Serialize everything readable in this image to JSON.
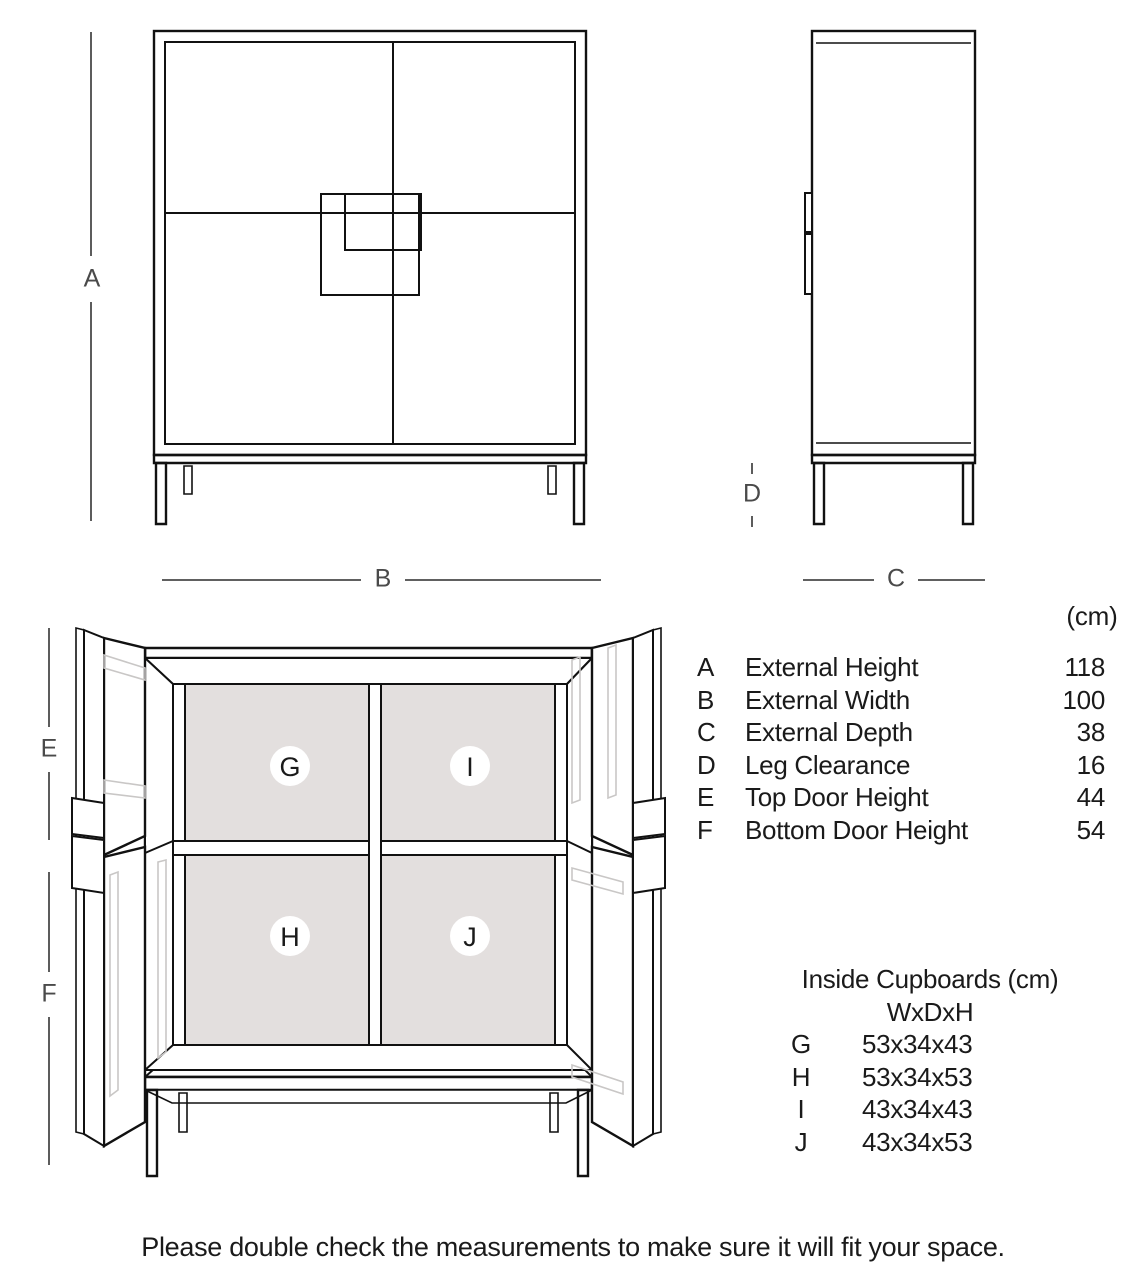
{
  "units_header": "(cm)",
  "dimensions": {
    "rows": [
      {
        "key": "A",
        "label": "External Height",
        "value": "118"
      },
      {
        "key": "B",
        "label": "External Width",
        "value": "100"
      },
      {
        "key": "C",
        "label": "External Depth",
        "value": "38"
      },
      {
        "key": "D",
        "label": "Leg Clearance",
        "value": "16"
      },
      {
        "key": "E",
        "label": "Top Door Height",
        "value": "44"
      },
      {
        "key": "F",
        "label": "Bottom Door Height",
        "value": "54"
      }
    ]
  },
  "inside_cupboards": {
    "title": "Inside Cupboards (cm)",
    "subtitle": "WxDxH",
    "rows": [
      {
        "key": "G",
        "value": "53x34x43"
      },
      {
        "key": "H",
        "value": "53x34x53"
      },
      {
        "key": "I",
        "value": "43x34x43"
      },
      {
        "key": "J",
        "value": "43x34x53"
      }
    ]
  },
  "callouts": {
    "front_height": "A",
    "front_width": "B",
    "side_depth": "C",
    "side_leg_clearance": "D",
    "open_top_door": "E",
    "open_bottom_door": "F",
    "compartment_top_left": "G",
    "compartment_bottom_left": "H",
    "compartment_top_right": "I",
    "compartment_bottom_right": "J"
  },
  "footer": {
    "note": "Please double check the measurements to make sure it will fit your space."
  },
  "colors": {
    "line": "#111111",
    "dimension_line": "#4a4a4a",
    "interior_fill": "#e3dfde",
    "glass_reflection": "#c9c7c6",
    "background": "#ffffff",
    "text": "#1a1a1a"
  }
}
